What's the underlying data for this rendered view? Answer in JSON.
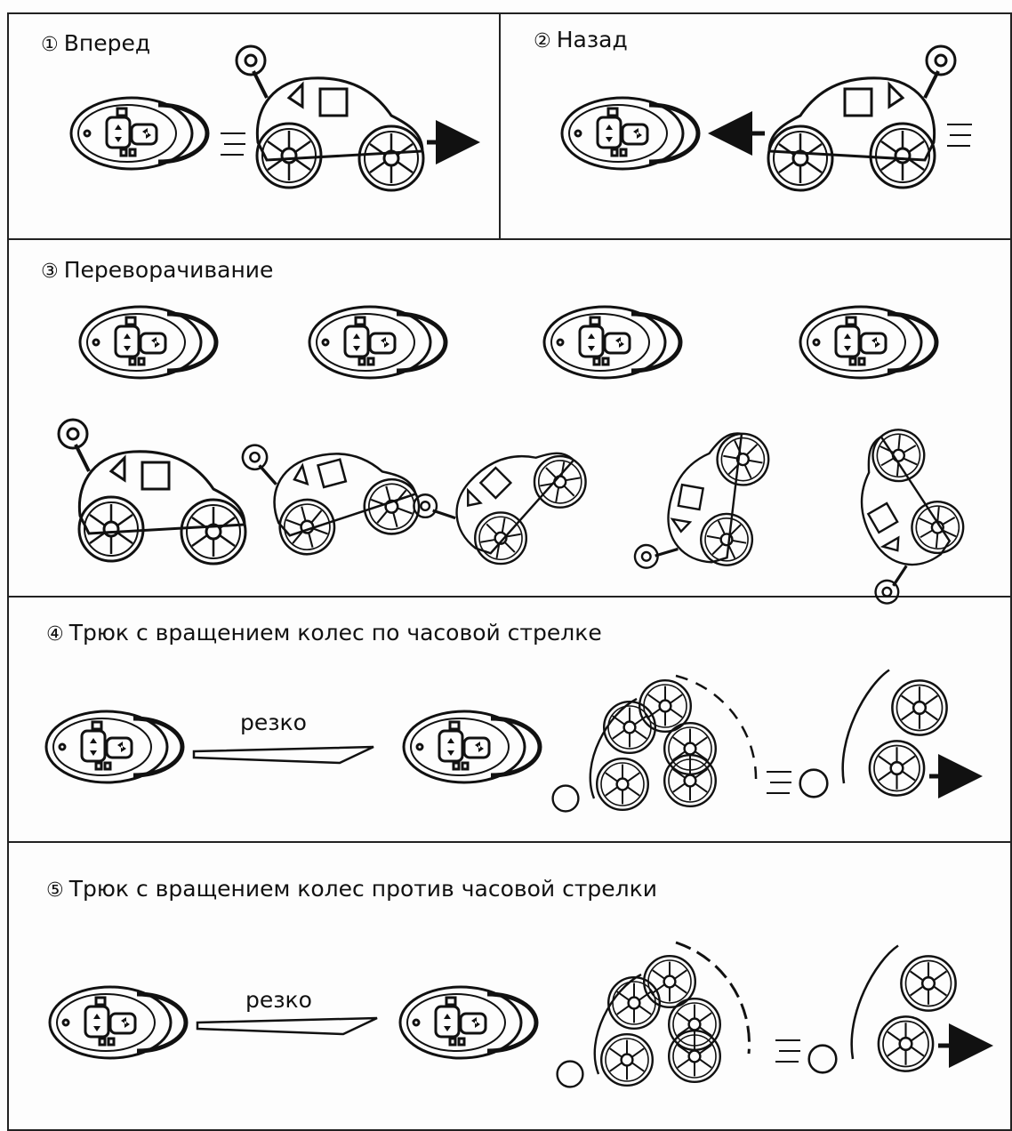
{
  "sections": [
    {
      "number": "①",
      "title": "Вперед"
    },
    {
      "number": "②",
      "title": "Назад"
    },
    {
      "number": "③",
      "title": "Переворачивание"
    },
    {
      "number": "④",
      "title": "Трюк с вращением колес по часовой стрелке",
      "action_label": "резко"
    },
    {
      "number": "⑤",
      "title": "Трюк с вращением колес против часовой стрелки",
      "action_label": "резко"
    }
  ],
  "colors": {
    "ink": "#111111",
    "paper": "#fdfdfd"
  },
  "icons": [
    "remote-control-icon",
    "stunt-car-icon",
    "arrow-right-icon",
    "arrow-left-icon",
    "spin-arc-icon"
  ]
}
